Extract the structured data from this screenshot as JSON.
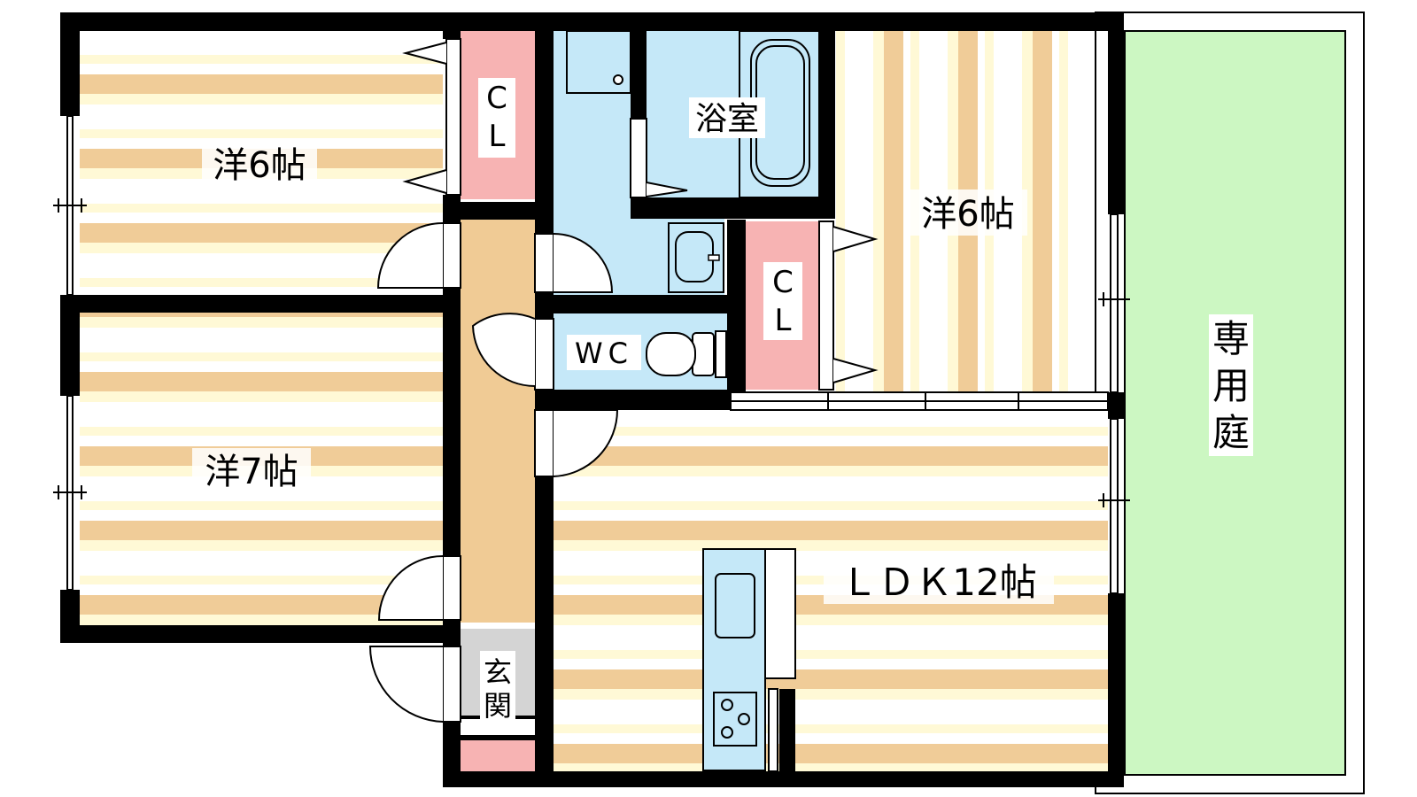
{
  "rooms": {
    "western_6_left": {
      "label": "洋6帖"
    },
    "closet_left": {
      "label": "ＣＬ",
      "line1": "C",
      "line2": "L"
    },
    "bath": {
      "label": "浴室"
    },
    "western_6_right": {
      "label": "洋6帖"
    },
    "closet_right": {
      "label": "ＣＬ",
      "line1": "C",
      "line2": "L"
    },
    "wc": {
      "label": "WC"
    },
    "western_7": {
      "label": "洋7帖"
    },
    "ldk": {
      "label": "ＬＤＫ12帖"
    },
    "entrance": {
      "label": "玄関",
      "line1": "玄",
      "line2": "関"
    },
    "garden": {
      "label": "専用庭",
      "line1": "専",
      "line2": "用",
      "line3": "庭"
    }
  },
  "colors": {
    "wall": "#000000",
    "floor_stripe": "#f0cc98",
    "floor_light": "#fff9d6",
    "closet": "#f7b3b3",
    "wet_area": "#c5e8f8",
    "hallway": "#f0cb95",
    "garden": "#ccf7c2",
    "entrance_floor": "#d4d4d4"
  }
}
